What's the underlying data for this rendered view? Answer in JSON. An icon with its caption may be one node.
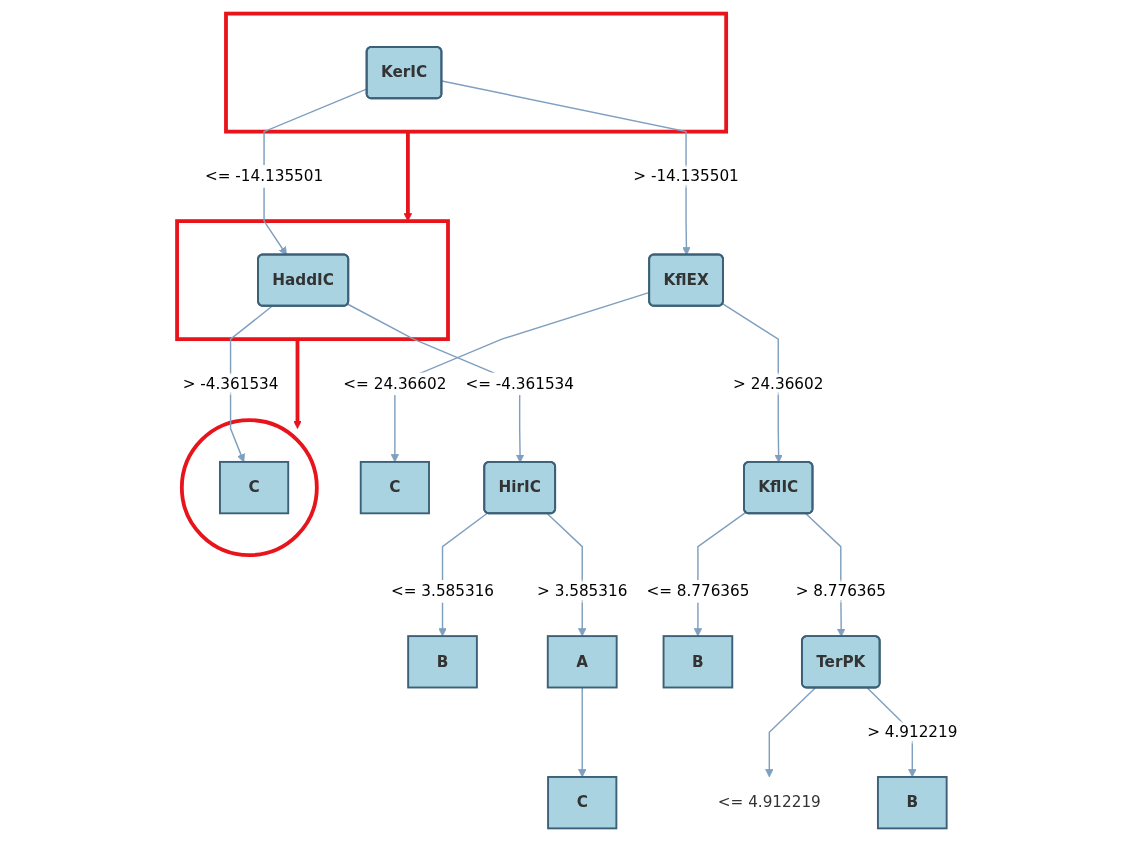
{
  "diagram": {
    "nodes": [
      {
        "text": [],
        "shape": "box"
      },
      {
        "text": [
          "KerIC"
        ],
        "in": 0
      },
      {
        "text": [],
        "shape": "box"
      },
      {
        "text": [
          "HaddIC"
        ],
        "in": 2
      },
      {
        "text": [
          "KflEX"
        ]
      },
      {
        "text": [
          "HirIC"
        ]
      },
      {
        "text": [],
        "shape": "circle"
      },
      {
        "text": [
          "C"
        ],
        "in": 6
      },
      {
        "text": [
          "C"
        ]
      },
      {
        "text": [
          "KflIC"
        ]
      },
      {
        "text": [
          "B"
        ]
      },
      {
        "text": [
          "A"
        ]
      },
      {
        "text": [
          "B"
        ]
      },
      {
        "text": [
          "TerPK"
        ]
      },
      {
        "text": [
          "C"
        ]
      },
      {
        "text": [
          "<= 4.912219"
        ]
      },
      {
        "text": [
          "B"
        ]
      }
    ],
    "edges": [
      {
        "from": 0,
        "to": 2,
        "arrow": "to",
        "style": "thick",
        "color": "#e8141c"
      },
      {
        "from": 1,
        "to": 3,
        "arrow": "to",
        "label": "<= -14.135501"
      },
      {
        "from": 1,
        "to": 4,
        "arrow": "to",
        "label": "> -14.135501"
      },
      {
        "from": 2,
        "to": 6,
        "arrow": "to",
        "style": "thick",
        "color": "#e8141c"
      },
      {
        "from": 3,
        "to": 5,
        "arrow": "to",
        "label": "<= -4.361534"
      },
      {
        "from": 3,
        "to": 7,
        "arrow": "to",
        "label": "> -4.361534"
      },
      {
        "from": 4,
        "to": 8,
        "arrow": "to",
        "label": "<= 24.36602"
      },
      {
        "from": 4,
        "to": 9,
        "arrow": "to",
        "label": "> 24.36602"
      },
      {
        "from": 5,
        "to": 10,
        "arrow": "to",
        "label": "<= 3.585316"
      },
      {
        "from": 5,
        "to": 11,
        "arrow": "to",
        "label": "> 3.585316"
      },
      {
        "from": 9,
        "to": 12,
        "arrow": "to",
        "label": "<= 8.776365"
      },
      {
        "from": 9,
        "to": 13,
        "arrow": "to",
        "label": "> 8.776365"
      },
      {
        "from": 11,
        "to": 14,
        "arrow": "to"
      },
      {
        "from": 13,
        "to": 15,
        "arrow": "to"
      },
      {
        "from": 13,
        "to": 16,
        "arrow": "to",
        "label": "> 4.912219"
      }
    ]
  }
}
